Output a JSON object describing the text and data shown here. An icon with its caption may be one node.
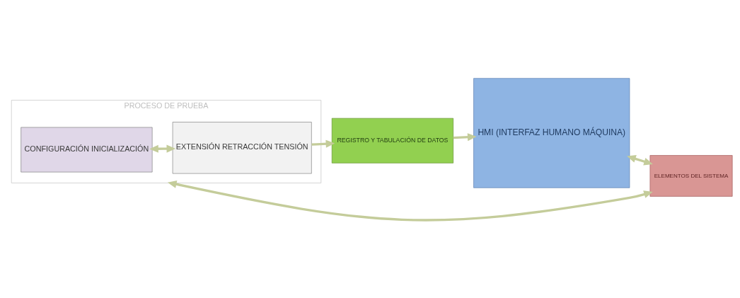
{
  "diagram": {
    "nodes": [
      {
        "text": [
          "HMI (INTERFAZ HUMANO MÁQUINA)"
        ]
      },
      {
        "text": [
          "ELEMENTOS DEL SISTEMA"
        ]
      },
      {
        "text": [
          "PROCESO DE PRUEBA"
        ]
      },
      {
        "text": [
          "CONFIGURACIÓN INICIALIZACIÓN"
        ],
        "in": 2
      },
      {
        "text": [
          "EXTENSIÓN RETRACCIÓN TENSIÓN"
        ],
        "in": 2
      },
      {
        "text": [
          "REGISTRO Y TABULACIÓN DE DATOS"
        ]
      }
    ],
    "edges": [
      {
        "from": 0,
        "to": 1,
        "arrow": "both"
      },
      {
        "from": 1,
        "to": 2,
        "arrow": "both"
      },
      {
        "from": 3,
        "to": 4,
        "arrow": "both"
      },
      {
        "from": 4,
        "to": 5,
        "arrow": "to"
      },
      {
        "from": 5,
        "to": 0,
        "arrow": "to"
      }
    ]
  }
}
